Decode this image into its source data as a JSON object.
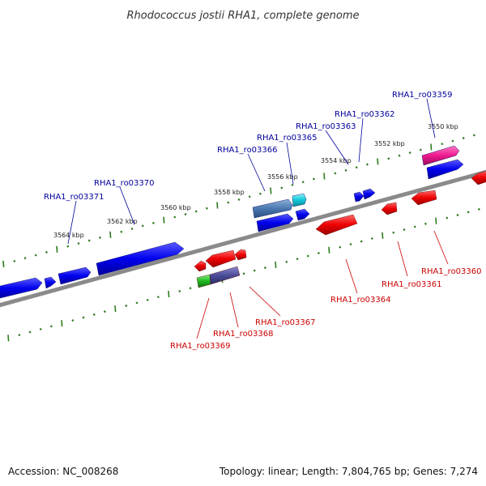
{
  "title": "Rhodococcus jostii RHA1, complete genome",
  "footer": {
    "accession": "Accession: NC_008268",
    "topology": "Topology: linear; Length: 7,804,765 bp; Genes: 7,274"
  },
  "colors": {
    "backbone": "#888888",
    "tick": "#2e7d1e",
    "forward_label": "#00009a",
    "reverse_label": "#cc0000",
    "forward": "#0000ee",
    "reverse": "#ee0000"
  },
  "kbp_labels": [
    "3550 kbp",
    "3552 kbp",
    "3554 kbp",
    "3556 kbp",
    "3558 kbp",
    "3560 kbp",
    "3562 kbp",
    "3564 kbp"
  ],
  "forward_labels": [
    "RHA1_ro03359",
    "RHA1_ro03362",
    "RHA1_ro03363",
    "RHA1_ro03365",
    "RHA1_ro03366",
    "RHA1_ro03370",
    "RHA1_ro03371"
  ],
  "reverse_labels": [
    "RHA1_ro03360",
    "RHA1_ro03361",
    "RHA1_ro03364",
    "RHA1_ro03367",
    "RHA1_ro03368",
    "RHA1_ro03369"
  ]
}
